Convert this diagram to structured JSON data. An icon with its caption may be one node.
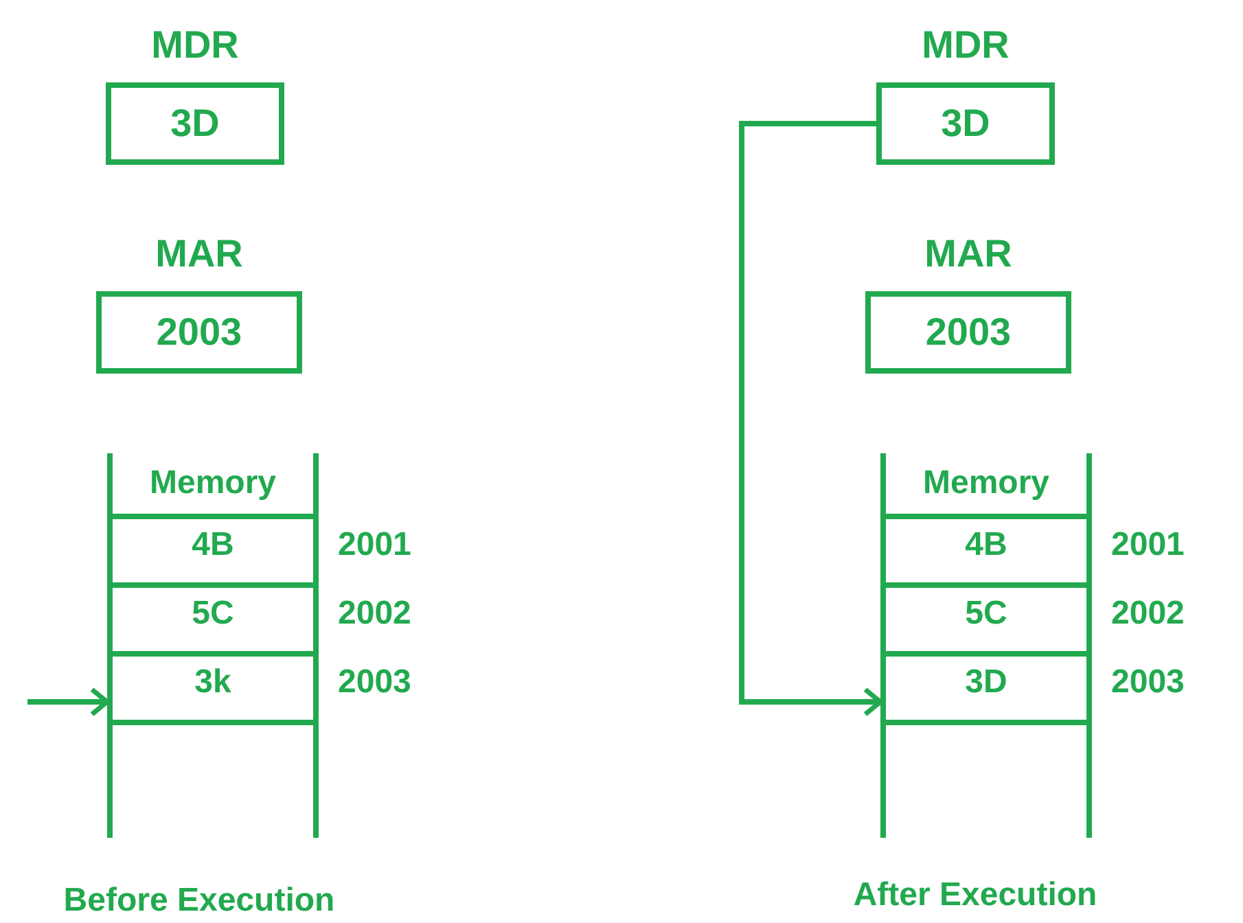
{
  "diagram": {
    "nodes": [
      {
        "text": [
          "MDR",
          "3D"
        ]
      },
      {
        "text": [
          "MAR",
          "2003"
        ]
      },
      {
        "text": [
          "Memory"
        ]
      },
      {
        "text": [
          "4B"
        ],
        "in": 2,
        "beside": [
          "2001"
        ]
      },
      {
        "text": [
          "5C"
        ],
        "in": 2,
        "beside": [
          "2002"
        ]
      },
      {
        "text": [
          "3k"
        ],
        "in": 2,
        "beside": [
          "2003"
        ]
      },
      {
        "text": [
          "MDR",
          "3D"
        ]
      },
      {
        "text": [
          "MAR",
          "2003"
        ]
      },
      {
        "text": [
          "Memory"
        ]
      },
      {
        "text": [
          "4B"
        ],
        "in": 8,
        "beside": [
          "2001"
        ]
      },
      {
        "text": [
          "5C"
        ],
        "in": 8,
        "beside": [
          "2002"
        ]
      },
      {
        "text": [
          "3D"
        ],
        "in": 8,
        "beside": [
          "2003"
        ]
      }
    ],
    "edges": [
      {
        "from": null,
        "to": 5,
        "arrow": "to"
      },
      {
        "from": 6,
        "to": 11,
        "arrow": "to"
      }
    ],
    "labels": [
      "Before Execution",
      "After Execution"
    ]
  }
}
